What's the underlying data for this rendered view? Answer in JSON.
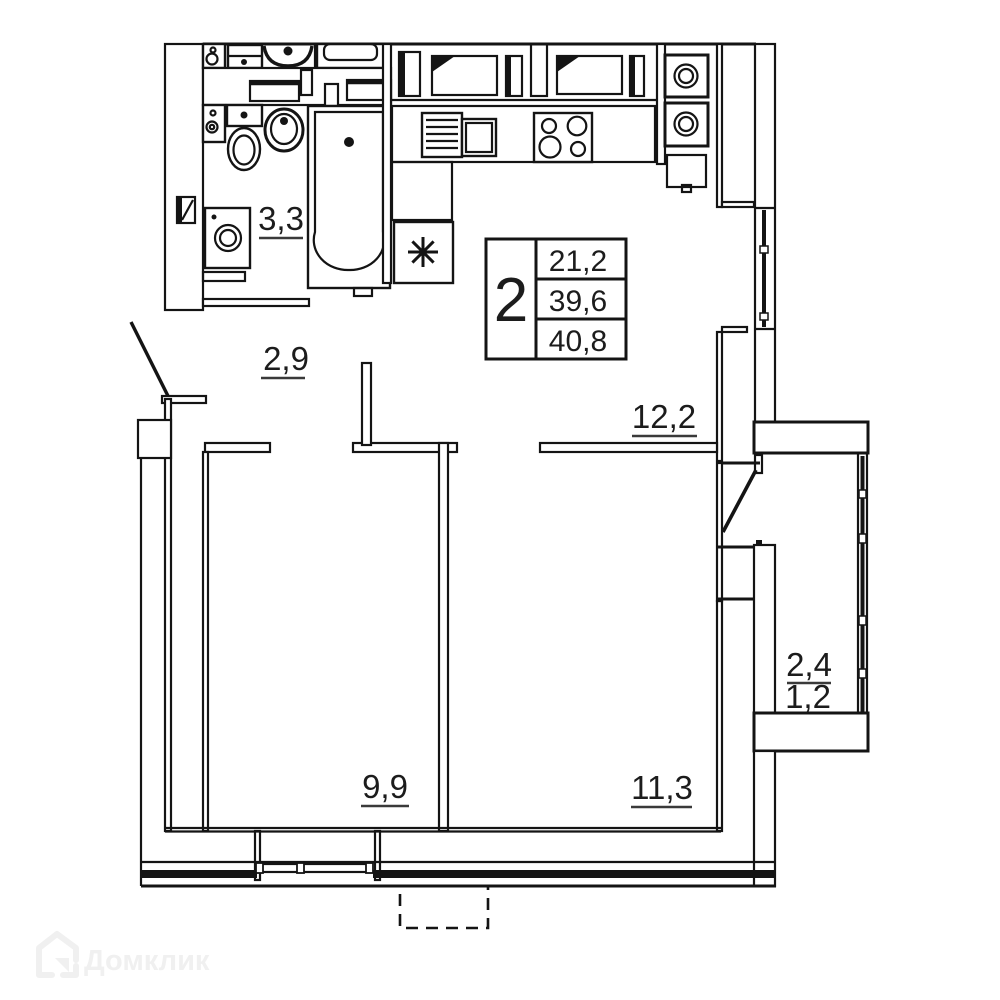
{
  "legend": {
    "rooms_count": "2",
    "living_area": "21,2",
    "area_without_balcony": "39,6",
    "total_area": "40,8"
  },
  "rooms": {
    "bathroom": "3,3",
    "hallway": "2,9",
    "kitchen_living": "12,2",
    "bedroom": "9,9",
    "living_room": "11,3",
    "balcony_total": "2,4",
    "balcony_coeff": "1,2"
  },
  "watermark": {
    "brand": "Домклик"
  },
  "colors": {
    "line": "#141414",
    "label": "#1c1c1c",
    "watermark": "#f0f0f0",
    "background": "#ffffff"
  }
}
